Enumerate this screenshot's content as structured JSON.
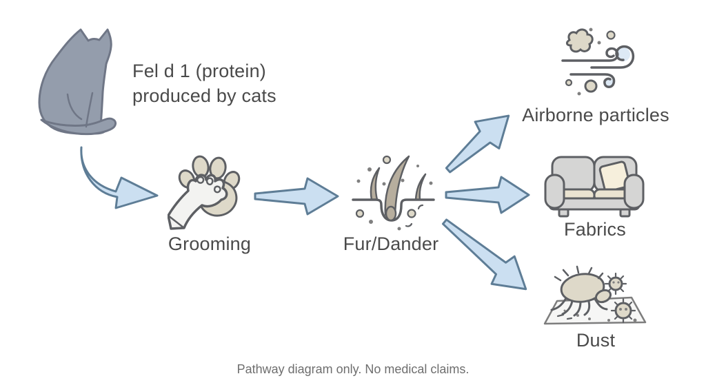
{
  "diagram": {
    "source_label": {
      "line1": "Fel d 1 (protein)",
      "line2": "produced by cats"
    },
    "nodes": {
      "grooming": {
        "label": "Grooming"
      },
      "fur_dander": {
        "label": "Fur/Dander"
      },
      "airborne": {
        "label": "Airborne particles"
      },
      "fabrics": {
        "label": "Fabrics"
      },
      "dust": {
        "label": "Dust"
      }
    },
    "edges": [
      {
        "from": "cat",
        "to": "grooming"
      },
      {
        "from": "grooming",
        "to": "fur_dander"
      },
      {
        "from": "fur_dander",
        "to": "airborne"
      },
      {
        "from": "fur_dander",
        "to": "fabrics"
      },
      {
        "from": "fur_dander",
        "to": "dust"
      }
    ],
    "footer": "Pathway diagram only. No medical claims.",
    "icons": [
      "cat-icon",
      "grooming-paw-icon",
      "fur-follicle-icon",
      "wind-airborne-icon",
      "sofa-icon",
      "dust-mite-icon"
    ],
    "colors": {
      "arrow_fill": "#cbdff1",
      "arrow_stroke": "#5e7d96",
      "cat_fill": "#949dac",
      "cat_stroke": "#6f7686",
      "icon_stroke": "#5d5f63",
      "beige_fill": "#ded9c9",
      "hair_fill": "#b7ae9e",
      "blue_light": "#dde9f5",
      "gray_fill": "#d5d5d4",
      "seat_fill": "#eae3d1",
      "cream_fill": "#f6efdc",
      "white_fill": "#f3f3f1",
      "surface_fill": "#f6f6f5",
      "dot_fill": "#808080",
      "text": "#4a4a4a",
      "muted_text": "#6e6e6e"
    }
  }
}
